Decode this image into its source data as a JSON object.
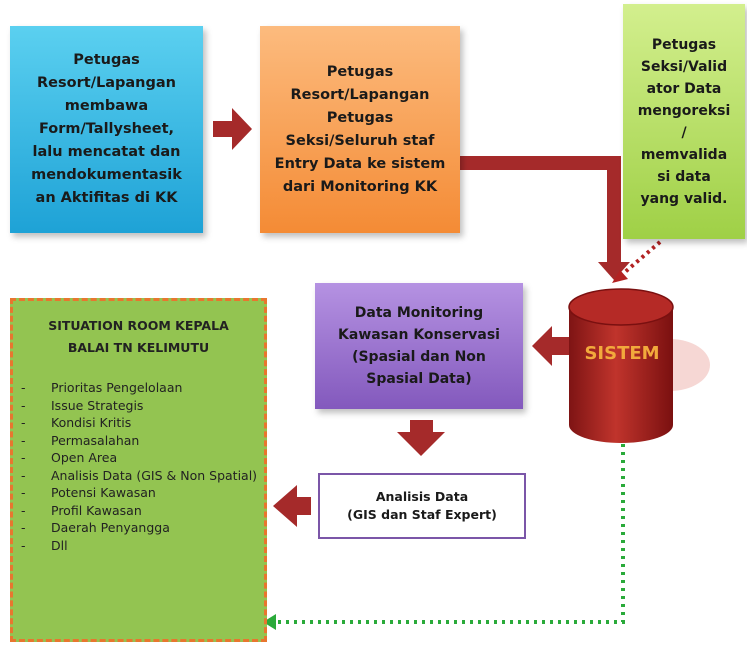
{
  "boxes": {
    "box1": {
      "lines": [
        "Petugas",
        "Resort/Lapangan",
        "membawa",
        "Form/Tallysheet,",
        "lalu mencatat dan",
        "mendokumentasik",
        "an Aktifitas di KK"
      ]
    },
    "box2": {
      "lines": [
        "Petugas",
        "Resort/Lapangan",
        "Petugas",
        "Seksi/Seluruh staf",
        "Entry Data ke sistem",
        "dari Monitoring KK"
      ]
    },
    "box3": {
      "lines": [
        "Petugas",
        "Seksi/Valid",
        "ator Data",
        "mengoreksi",
        "/",
        "memvalida",
        "si data",
        "yang valid."
      ]
    },
    "monitoring": {
      "lines": [
        "Data Monitoring",
        "Kawasan Konservasi",
        "(Spasial dan Non",
        "Spasial Data)"
      ]
    },
    "analisis": {
      "lines": [
        "Analisis Data",
        "(GIS dan Staf Expert)"
      ]
    }
  },
  "situation_room": {
    "title_lines": [
      "SITUATION ROOM KEPALA",
      "BALAI TN KELIMUTU"
    ],
    "items": [
      "Prioritas Pengelolaan",
      "Issue Strategis",
      "Kondisi Kritis",
      "Permasalahan",
      "Open Area",
      "Analisis Data (GIS & Non Spatial)",
      "Potensi Kawasan",
      "Profil Kawasan",
      "Daerah Penyangga",
      "Dll"
    ]
  },
  "database": {
    "label": "SISTEM"
  },
  "colors": {
    "arrow": "#a52a2a",
    "dotted_green": "#2aaa3a",
    "dotted_red": "#b22222",
    "box1": "#36b4e2",
    "box2": "#f6a35b",
    "box3": "#b4e067",
    "monitoring": "#9b73d0",
    "situation_fill": "#93c451",
    "situation_border": "#e8762f",
    "database": "#b02a2a",
    "database_label": "#f2a93c"
  }
}
